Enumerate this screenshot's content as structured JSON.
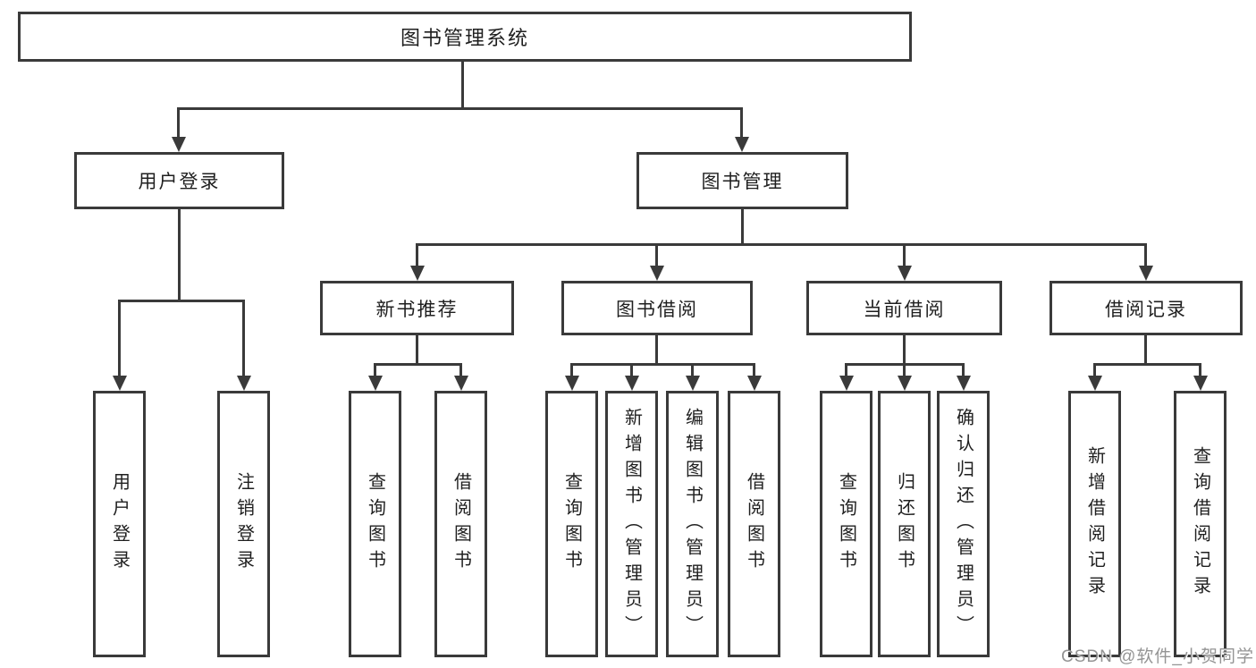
{
  "tree": {
    "label": "图书管理系统",
    "children": [
      {
        "label": "用户登录",
        "children": [
          {
            "label": "用户登录"
          },
          {
            "label": "注销登录"
          }
        ]
      },
      {
        "label": "图书管理",
        "children": [
          {
            "label": "新书推荐",
            "children": [
              {
                "label": "查询图书"
              },
              {
                "label": "借阅图书"
              }
            ]
          },
          {
            "label": "图书借阅",
            "children": [
              {
                "label": "查询图书"
              },
              {
                "label": "新增图书（管理员）"
              },
              {
                "label": "编辑图书（管理员）"
              },
              {
                "label": "借阅图书"
              }
            ]
          },
          {
            "label": "当前借阅",
            "children": [
              {
                "label": "查询图书"
              },
              {
                "label": "归还图书"
              },
              {
                "label": "确认归还（管理员）"
              }
            ]
          },
          {
            "label": "借阅记录",
            "children": [
              {
                "label": "新增借阅记录"
              },
              {
                "label": "查询借阅记录"
              }
            ]
          }
        ]
      }
    ]
  },
  "watermark": {
    "text": "CSDN @软件_小贺同学"
  },
  "colors": {
    "line": "#3a3a3a",
    "text": "#1f1f1f",
    "watermark": "#949494",
    "background": "#ffffff"
  }
}
